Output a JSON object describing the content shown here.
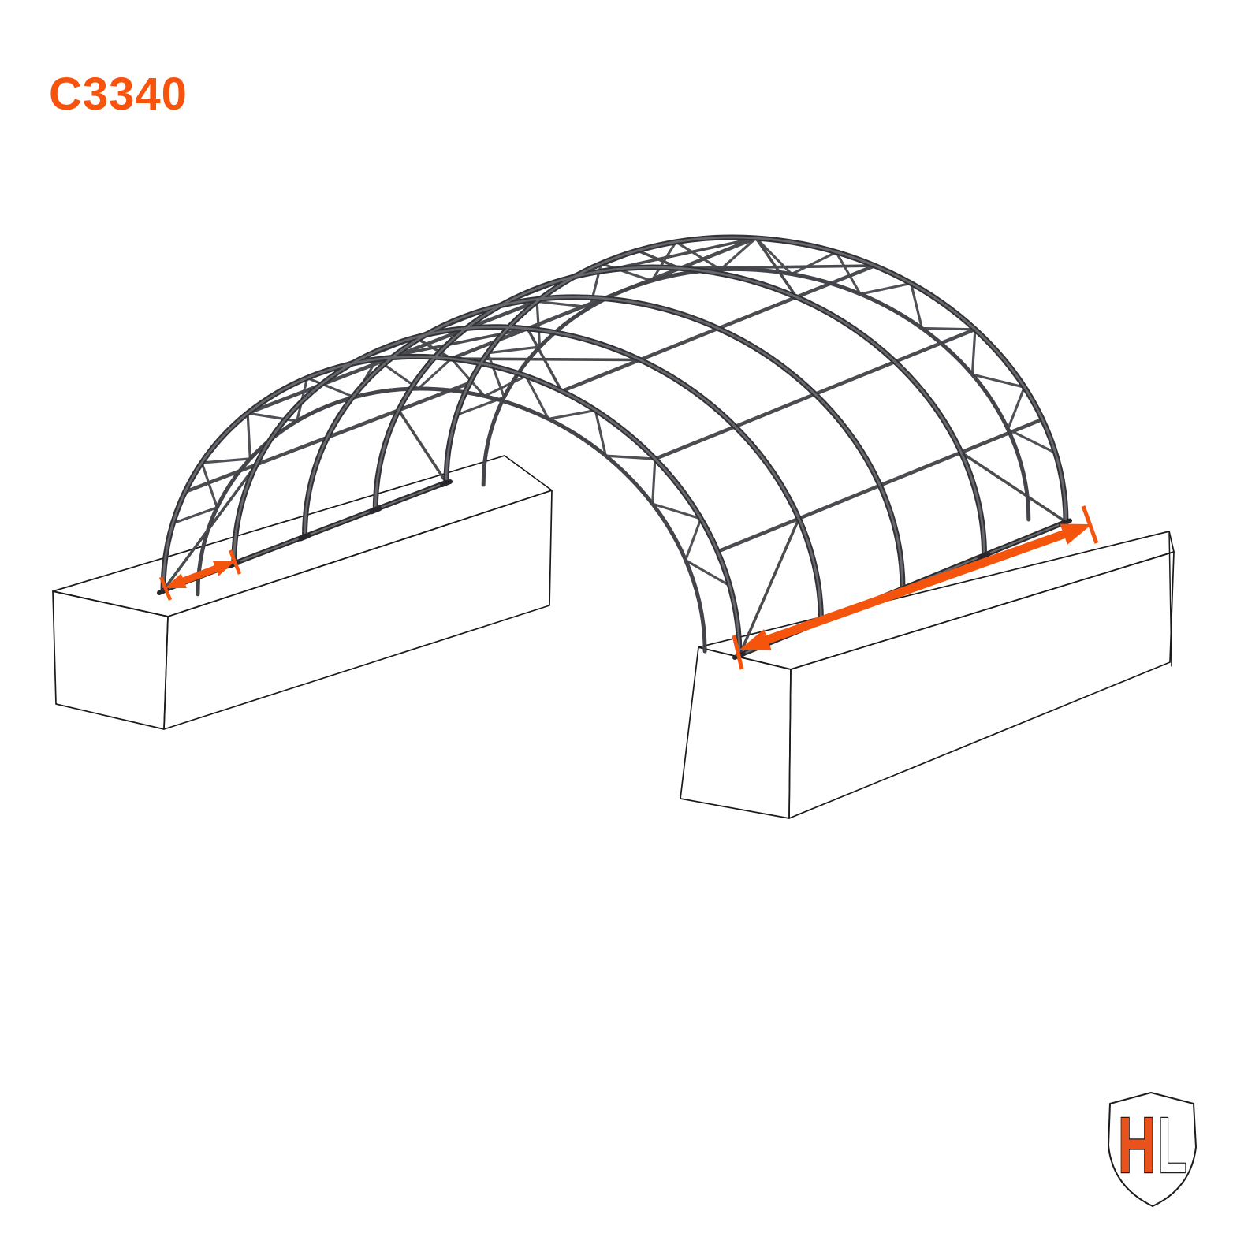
{
  "header": {
    "model_code": "C3340",
    "color": "#F8530D"
  },
  "diagram": {
    "subject": "container-mounted dome shelter frame on two shipping containers",
    "frame_color": "#4B4C50",
    "container_outline_color": "#1A1A1A",
    "annotations": [
      {
        "name": "shelter-length-dimension",
        "icon": "double-headed-arrow-icon",
        "color": "#F4540C"
      },
      {
        "name": "end-offset-dimension",
        "icon": "double-headed-arrow-icon",
        "color": "#F4540C"
      }
    ]
  },
  "logo": {
    "letter_h": "H",
    "letter_l": "L",
    "h_color": "#E8531D",
    "l_color": "#FFFFFF",
    "shield_outline_color": "#1B1B1B"
  }
}
